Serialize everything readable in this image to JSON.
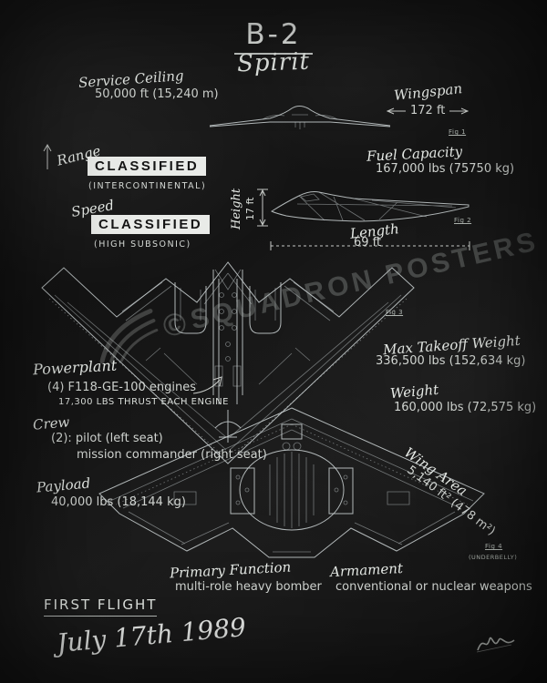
{
  "title": {
    "main": "B-2",
    "sub": "Spirit"
  },
  "specs": {
    "service_ceiling": {
      "label": "Service Ceiling",
      "value": "50,000 ft (15,240 m)"
    },
    "wingspan": {
      "label": "Wingspan",
      "value": "172 ft"
    },
    "range": {
      "label": "Range",
      "value": "CLASSIFIED",
      "note": "(INTERCONTINENTAL)"
    },
    "speed": {
      "label": "Speed",
      "value": "CLASSIFIED",
      "note": "(HIGH SUBSONIC)"
    },
    "fuel_capacity": {
      "label": "Fuel Capacity",
      "value": "167,000 lbs (75750 kg)"
    },
    "height": {
      "label": "Height",
      "value": "17 ft"
    },
    "length": {
      "label": "Length",
      "value": "69 ft"
    },
    "powerplant": {
      "label": "Powerplant",
      "line1": "(4) F118-GE-100 engines",
      "line2": "17,300 LBS THRUST EACH ENGINE"
    },
    "crew": {
      "label": "Crew",
      "line1": "(2): pilot (left seat)",
      "line2": "mission commander (right seat)"
    },
    "payload": {
      "label": "Payload",
      "value": "40,000 lbs (18,144 kg)"
    },
    "max_takeoff_weight": {
      "label": "Max Takeoff Weight",
      "value": "336,500 lbs (152,634 kg)"
    },
    "weight": {
      "label": "Weight",
      "value": "160,000 lbs (72,575 kg)"
    },
    "wing_area": {
      "label": "Wing Area",
      "value": "5,140 ft² (478 m²)"
    },
    "primary_function": {
      "label": "Primary Function",
      "value": "multi-role heavy bomber"
    },
    "armament": {
      "label": "Armament",
      "value": "conventional or nuclear weapons"
    },
    "first_flight": {
      "label": "FIRST FLIGHT",
      "value": "July 17th 1989"
    }
  },
  "figures": {
    "fig1": "Fig 1",
    "fig2": "Fig 2",
    "fig3": "Fig 3",
    "fig4": {
      "label": "Fig 4",
      "note": "(UNDERBELLY)"
    }
  },
  "watermark": {
    "copyright": "©",
    "text": "SQUADRON POSTERS"
  },
  "colors": {
    "background": "#141414",
    "chalk": "#e6eae6",
    "chalk_dim": "#dbdfdb",
    "classified_bg": "#e9ebe8",
    "classified_text": "#151515",
    "line": "#ccd3d5",
    "watermark": "#a8ada9"
  }
}
